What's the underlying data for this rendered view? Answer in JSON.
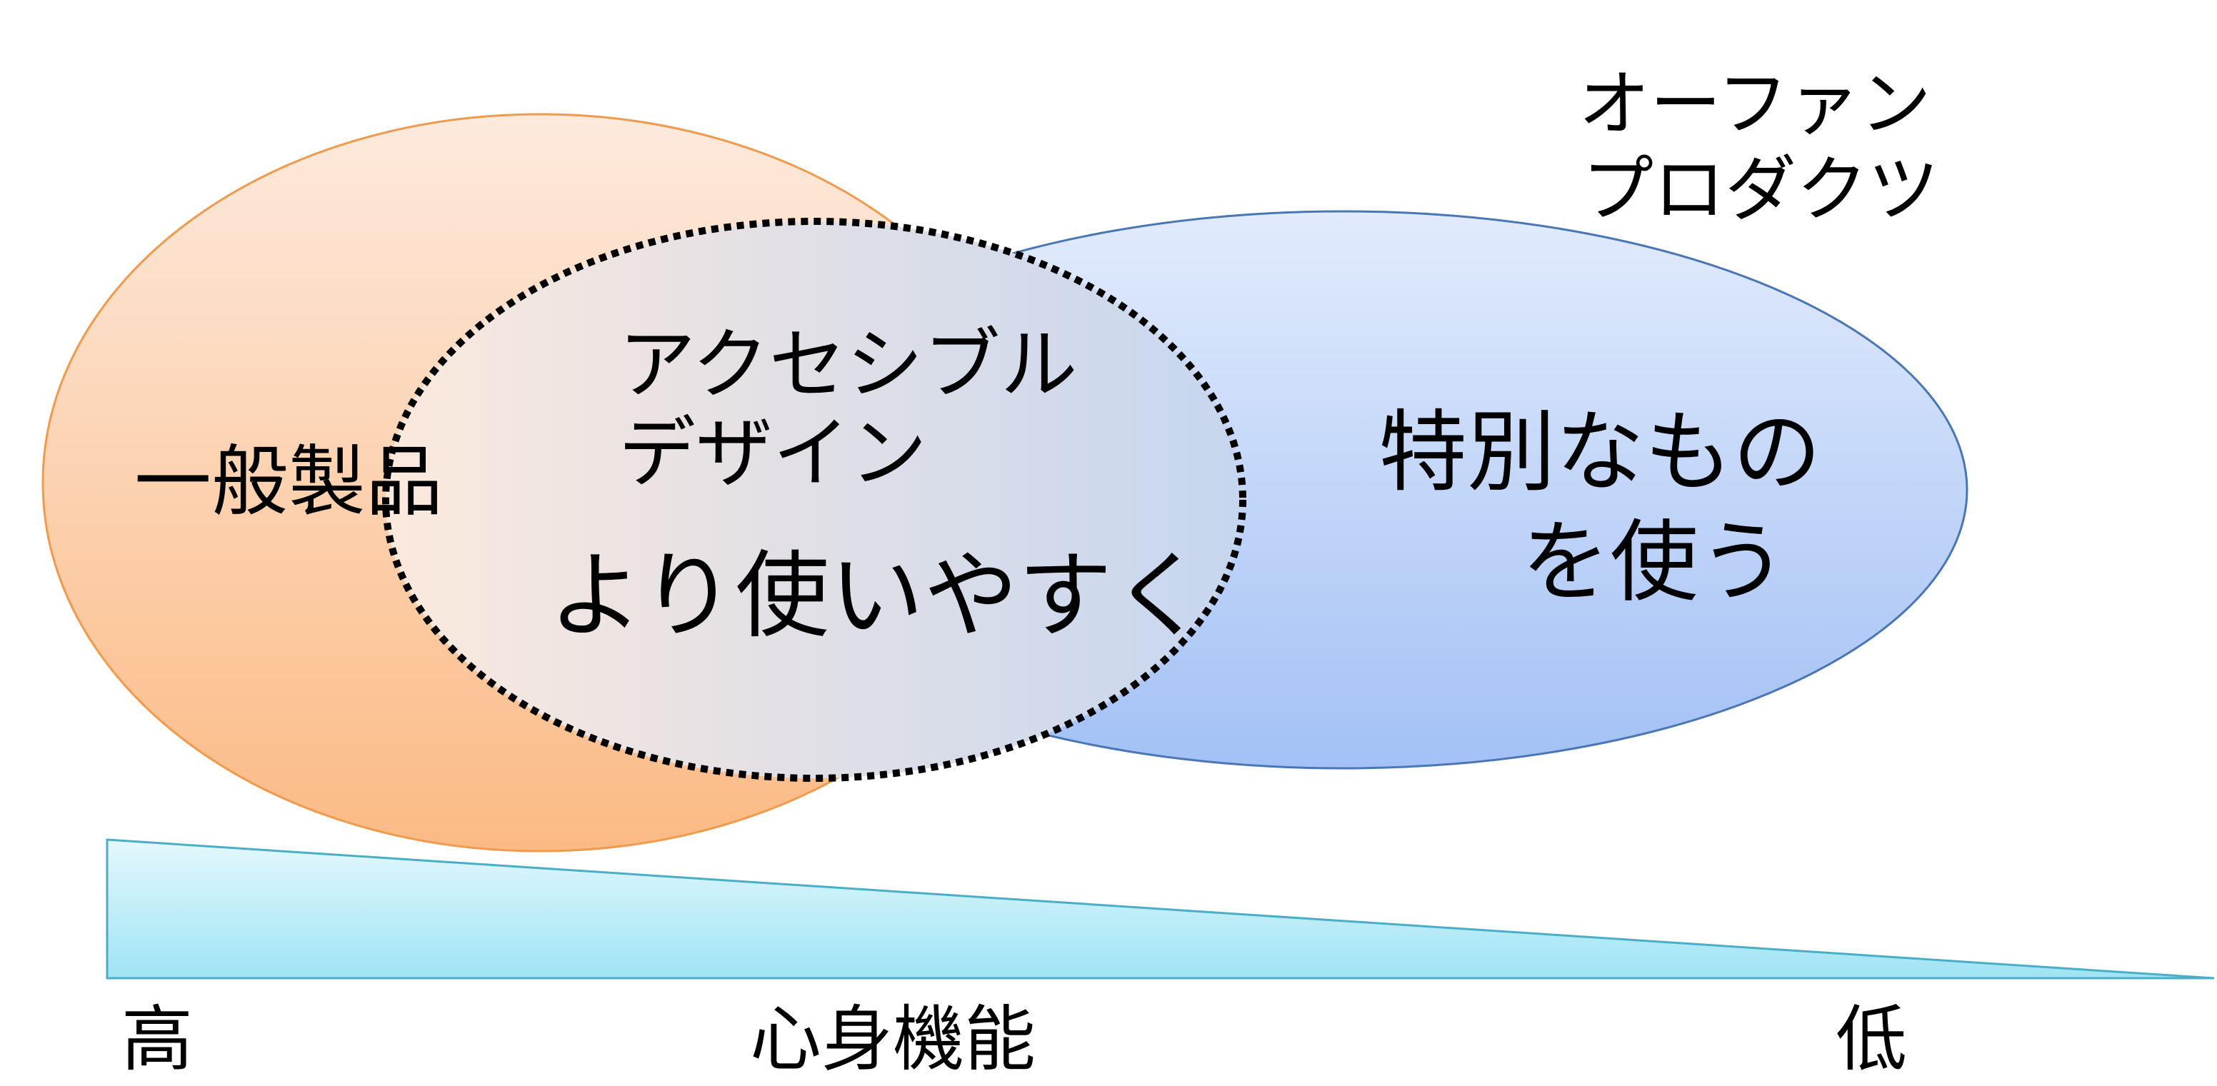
{
  "title": "心身機能と製品の関係",
  "regions": {
    "general": {
      "label": "一般製品"
    },
    "accessible": {
      "label_lines": [
        "アクセシブル",
        "デザイン"
      ],
      "sub_label": "より使いやすく"
    },
    "orphan": {
      "heading_lines": [
        "オーファン",
        "プロダクツ"
      ],
      "label_lines": [
        "特別なもの",
        "を使う"
      ]
    }
  },
  "axis": {
    "high": "高",
    "label": "心身機能",
    "low": "低"
  },
  "colors": {
    "orange_top": "#fdeadd",
    "orange_bottom": "#fbba84",
    "orange_stroke": "#f09a4e",
    "blue_top": "#e2ebfc",
    "blue_bottom": "#a3c1f5",
    "blue_stroke": "#4a76b5",
    "triangle_top": "#e4f8fc",
    "triangle_bottom": "#9fe3f4",
    "triangle_stroke": "#4aaec6"
  }
}
